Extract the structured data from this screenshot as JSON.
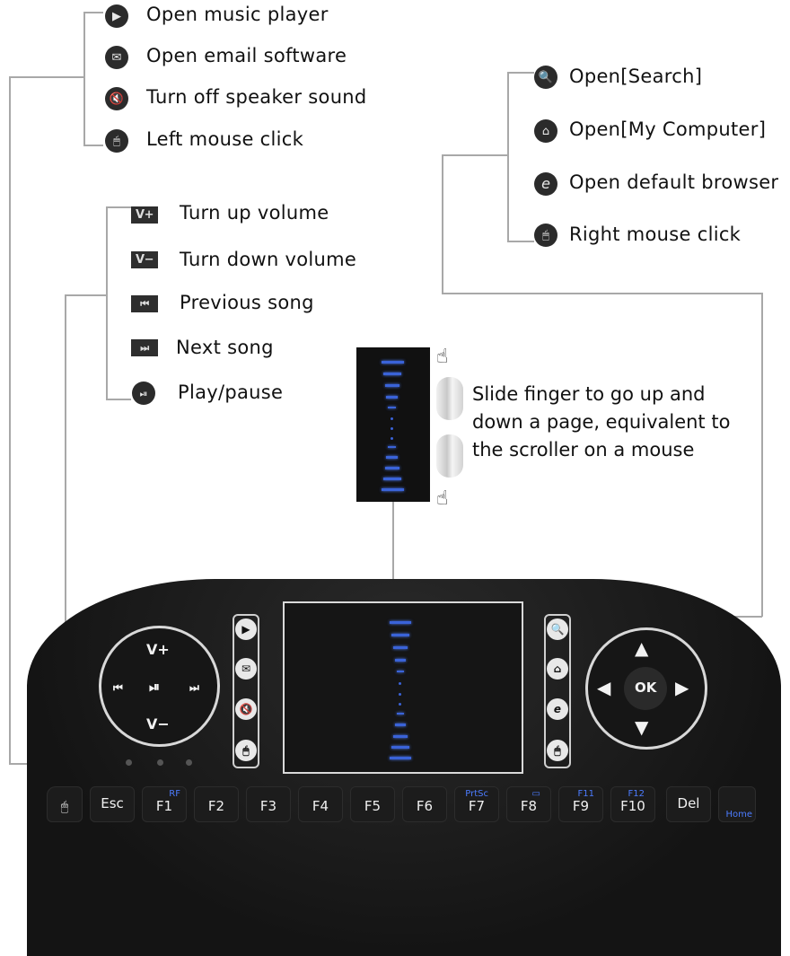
{
  "callouts_left_top": [
    {
      "icon": "music-icon",
      "glyph": "▶",
      "label": "Open music player"
    },
    {
      "icon": "email-icon",
      "glyph": "✉",
      "label": "Open email software"
    },
    {
      "icon": "mute-icon",
      "glyph": "🔇",
      "label": "Turn off speaker sound"
    },
    {
      "icon": "mouse-icon",
      "glyph": "🖱",
      "label": "Left mouse click"
    }
  ],
  "callouts_right_top": [
    {
      "icon": "search-icon",
      "glyph": "🔍",
      "label": "Open[Search]"
    },
    {
      "icon": "home-icon",
      "glyph": "⌂",
      "label": "Open[My Computer]"
    },
    {
      "icon": "browser-icon",
      "glyph": "e",
      "label": "Open default browser"
    },
    {
      "icon": "mouse-icon",
      "glyph": "🖱",
      "label": "Right mouse click"
    }
  ],
  "callouts_left_mid": [
    {
      "icon": "volume-up-icon",
      "glyph": "V+",
      "label": "Turn up volume"
    },
    {
      "icon": "volume-down-icon",
      "glyph": "V−",
      "label": "Turn down volume"
    },
    {
      "icon": "previous-icon",
      "glyph": "⏮",
      "label": "Previous song"
    },
    {
      "icon": "next-icon",
      "glyph": "⏭",
      "label": "Next song"
    },
    {
      "icon": "play-pause-icon",
      "glyph": "⏯",
      "label": "Play/pause"
    }
  ],
  "scroll_description": {
    "line1": "Slide finger to go up and",
    "line2": "down a page, equivalent to",
    "line3": "the scroller on a mouse"
  },
  "keyboard": {
    "left_pad": {
      "top": "V+",
      "bottom": "V−",
      "left": "⏮",
      "center": "⏯",
      "right": "⏭"
    },
    "right_pad": {
      "center": "OK",
      "up": "▲",
      "down": "▼",
      "left": "◀",
      "right": "▶"
    },
    "left_column": [
      "▶",
      "✉",
      "🔇",
      "🖱"
    ],
    "right_column": [
      "🔍",
      "⌂",
      "e",
      "🖱"
    ],
    "keys": [
      {
        "main": "Esc",
        "sub": ""
      },
      {
        "main": "F1",
        "sub": "RF"
      },
      {
        "main": "F2",
        "sub": ""
      },
      {
        "main": "F3",
        "sub": ""
      },
      {
        "main": "F4",
        "sub": ""
      },
      {
        "main": "F5",
        "sub": ""
      },
      {
        "main": "F6",
        "sub": ""
      },
      {
        "main": "F7",
        "sub": "PrtSc"
      },
      {
        "main": "F8",
        "sub": ""
      },
      {
        "main": "F9",
        "sub": "F11"
      },
      {
        "main": "F10",
        "sub": "F12"
      },
      {
        "main": "Del",
        "sub": ""
      },
      {
        "main": "",
        "sub": "Home"
      }
    ]
  },
  "colors": {
    "accent_blue": "#3a63d8",
    "keyboard_body": "#141414"
  }
}
